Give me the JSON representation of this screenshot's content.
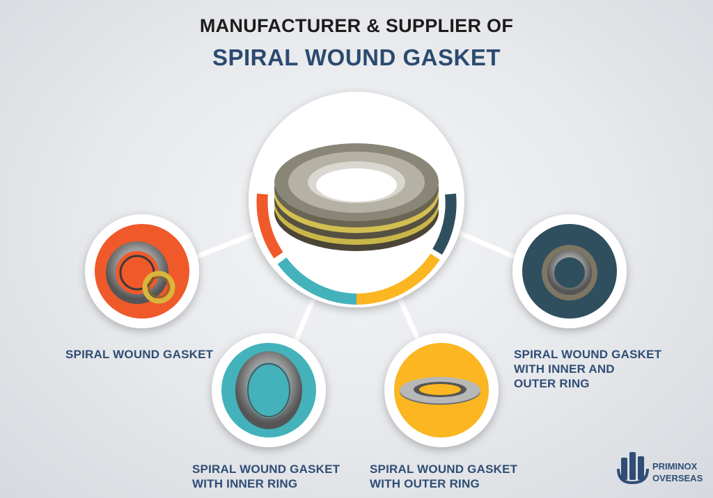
{
  "header": {
    "line1": "MANUFACTURER & SUPPLIER OF",
    "line2": "SPIRAL WOUND GASKET"
  },
  "products": [
    {
      "label": "SPIRAL WOUND GASKET",
      "color": "#f0592a"
    },
    {
      "label": "SPIRAL WOUND GASKET\nWITH INNER RING",
      "color": "#43b2bb"
    },
    {
      "label": "SPIRAL WOUND GASKET\n WITH OUTER RING",
      "color": "#fbb622"
    },
    {
      "label": "SPIRAL WOUND GASKET\nWITH INNER AND\nOUTER RING",
      "color": "#2f4f5f"
    }
  ],
  "logo": {
    "line1": "PRIMINOX",
    "line2": "OVERSEAS"
  }
}
